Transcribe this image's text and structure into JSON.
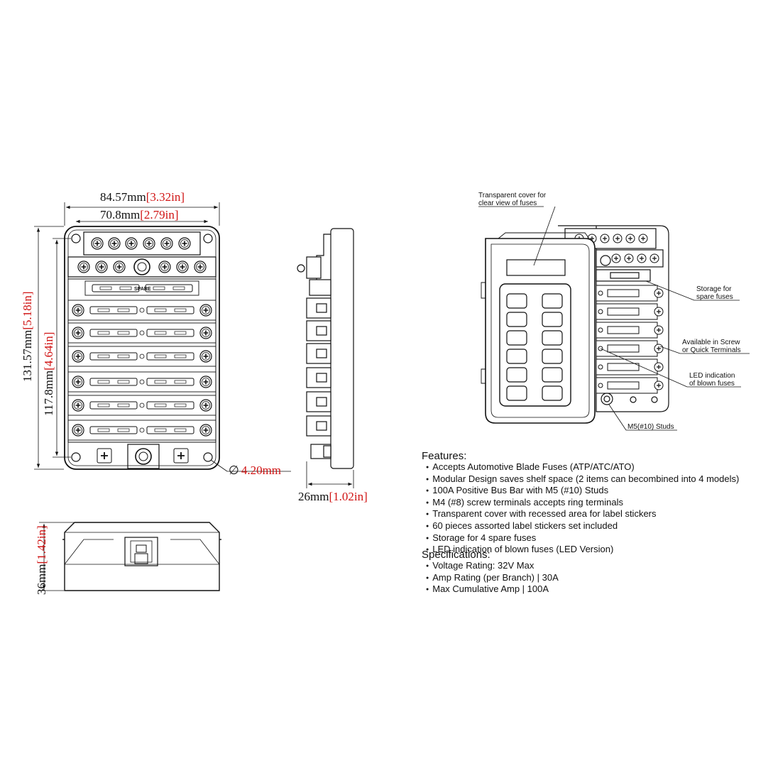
{
  "dimensions": {
    "overall_width_mm": "84.57mm",
    "overall_width_in": "[3.32in]",
    "inner_width_mm": "70.8mm",
    "inner_width_in": "[2.79in]",
    "overall_height_mm": "131.57mm",
    "overall_height_in": "[5.18in]",
    "inner_height_mm": "117.8mm",
    "inner_height_in": "[4.64in]",
    "hole_diameter": "4.20mm",
    "hole_symbol": "∅",
    "depth_mm": "26mm",
    "depth_in": "[1.02in]",
    "height_mm": "36mm",
    "height_in": "[1.42in]"
  },
  "front_view": {
    "spare_label": "SPARE"
  },
  "callouts": {
    "cover_line1": "Transparent cover for",
    "cover_line2": "clear view of fuses",
    "storage_line1": "Storage for",
    "storage_line2": "spare fuses",
    "terminals_line1": "Available in Screw",
    "terminals_line2": "or Quick Terminals",
    "led_line1": "LED indication",
    "led_line2": "of blown fuses",
    "studs": "M5(#10) Studs"
  },
  "features": {
    "heading": "Features:",
    "items": [
      "Accepts Automotive Blade Fuses (ATP/ATC/ATO)",
      "Modular Design saves shelf space (2 items can becombined into 4 models)",
      "100A Positive Bus Bar with M5 (#10) Studs",
      "M4 (#8) screw terminals accepts ring terminals",
      "Transparent cover with recessed area for label  stickers",
      "60 pieces assorted label stickers set included",
      "Storage for 4 spare fuses",
      "LED indication of blown fuses (LED Version)"
    ]
  },
  "specifications": {
    "heading": "Specifications:",
    "items": [
      "Voltage Rating: 32V Max",
      "Amp Rating (per Branch) | 30A",
      "Max Cumulative Amp | 100A"
    ]
  },
  "colors": {
    "dimension_imperial": "#d01414",
    "line": "#111111",
    "background": "#ffffff"
  }
}
